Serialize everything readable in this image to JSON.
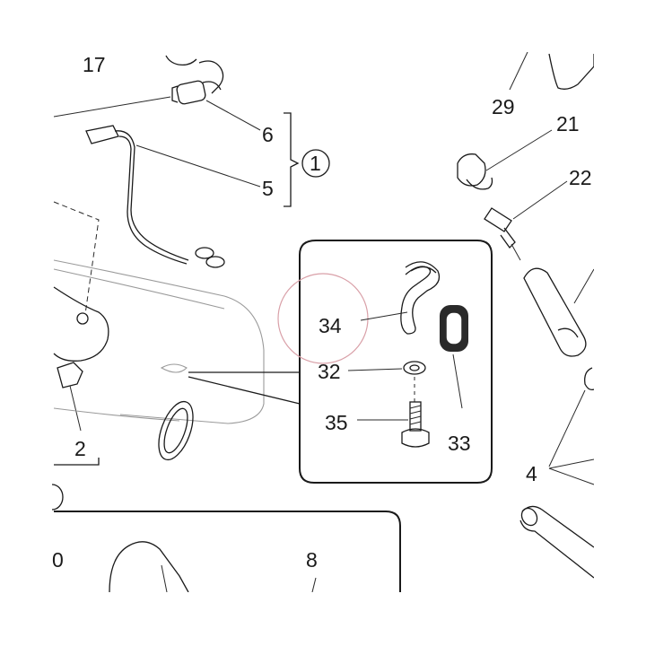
{
  "diagram": {
    "callouts": [
      {
        "id": "17",
        "text": "17"
      },
      {
        "id": "29",
        "text": "29"
      },
      {
        "id": "21",
        "text": "21"
      },
      {
        "id": "22",
        "text": "22"
      },
      {
        "id": "6",
        "text": "6"
      },
      {
        "id": "5",
        "text": "5"
      },
      {
        "id": "1",
        "text": "1"
      },
      {
        "id": "34",
        "text": "34"
      },
      {
        "id": "32",
        "text": "32"
      },
      {
        "id": "35",
        "text": "35"
      },
      {
        "id": "33",
        "text": "33"
      },
      {
        "id": "2",
        "text": "2"
      },
      {
        "id": "4",
        "text": "4"
      },
      {
        "id": "0",
        "text": "0"
      },
      {
        "id": "8",
        "text": "8"
      }
    ],
    "highlight_color": "#d9a0a8",
    "line_color": "#1a1a1a"
  }
}
